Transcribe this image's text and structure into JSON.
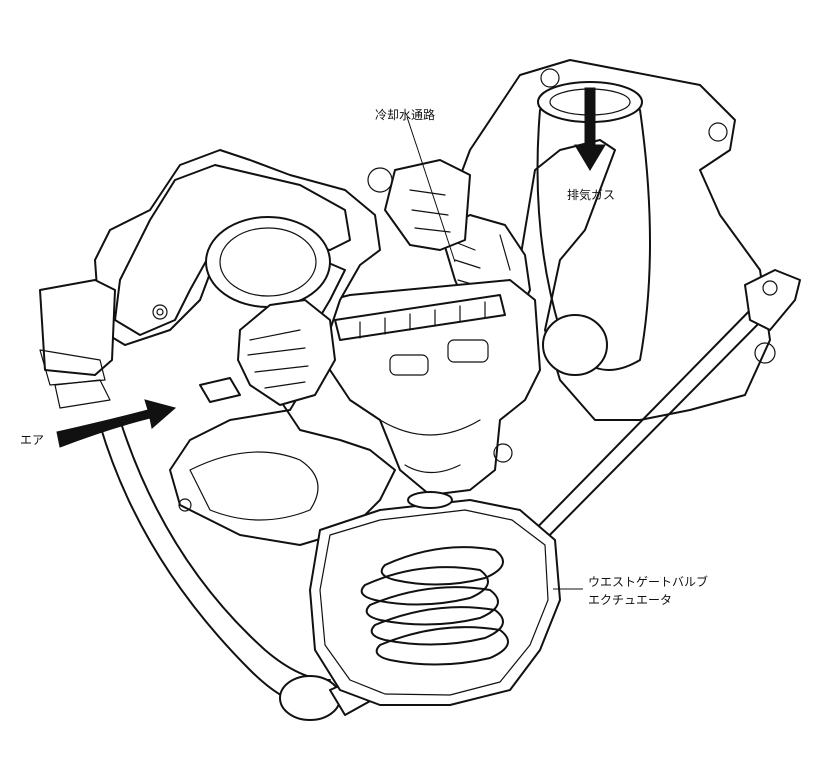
{
  "diagram": {
    "labels": {
      "coolant_passage": "冷却水通路",
      "exhaust_gas": "排気ガス",
      "air": "エア",
      "wastegate_line1": "ウエストゲートバルブ",
      "wastegate_line2": "エクチュエータ"
    }
  }
}
